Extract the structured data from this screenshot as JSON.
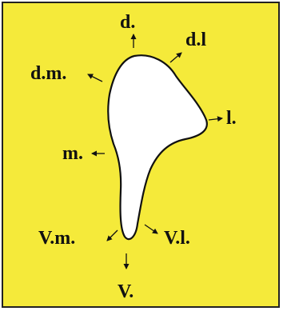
{
  "colors": {
    "background": "#f5ea3a",
    "shape_fill": "#ffffff",
    "outline": "#111111",
    "frame": "#222222"
  },
  "labels": {
    "d": "d.",
    "dl": "d.l",
    "dm": "d.m.",
    "l": "l.",
    "m": "m.",
    "vm": "V.m.",
    "vl": "V.l.",
    "v": "V."
  }
}
